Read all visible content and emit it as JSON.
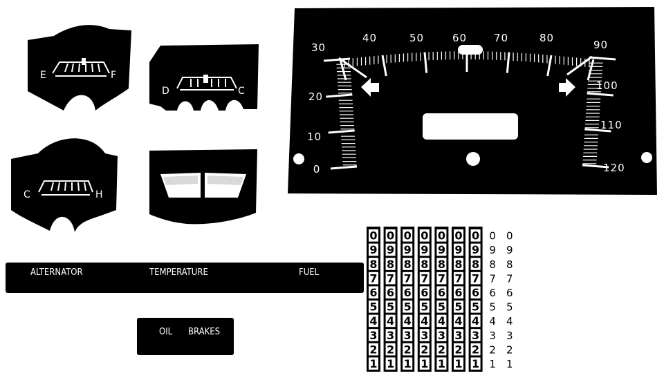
{
  "colors": {
    "face": "#000000",
    "ink": "#ffffff",
    "paper": "#ffffff",
    "strip_border": "#000000"
  },
  "fuel_gauge": {
    "left_label": "E",
    "right_label": "F"
  },
  "temp_gauge_top": {
    "left_label": "D",
    "right_label": "C"
  },
  "temp_gauge_bottom": {
    "left_label": "C",
    "right_label": "H"
  },
  "speedometer": {
    "labels": [
      "0",
      "10",
      "20",
      "30",
      "40",
      "50",
      "60",
      "70",
      "80",
      "90",
      "100",
      "110",
      "120"
    ]
  },
  "indicator_bar": {
    "labels": [
      "ALTERNATOR",
      "TEMPERATURE",
      "FUEL"
    ]
  },
  "oil_brakes_bar": {
    "labels": [
      "OIL",
      "BRAKES"
    ]
  },
  "odometer": {
    "digits": [
      "0",
      "9",
      "8",
      "7",
      "6",
      "5",
      "4",
      "3",
      "2",
      "1"
    ],
    "black_strips": 7,
    "white_strips": 2
  }
}
